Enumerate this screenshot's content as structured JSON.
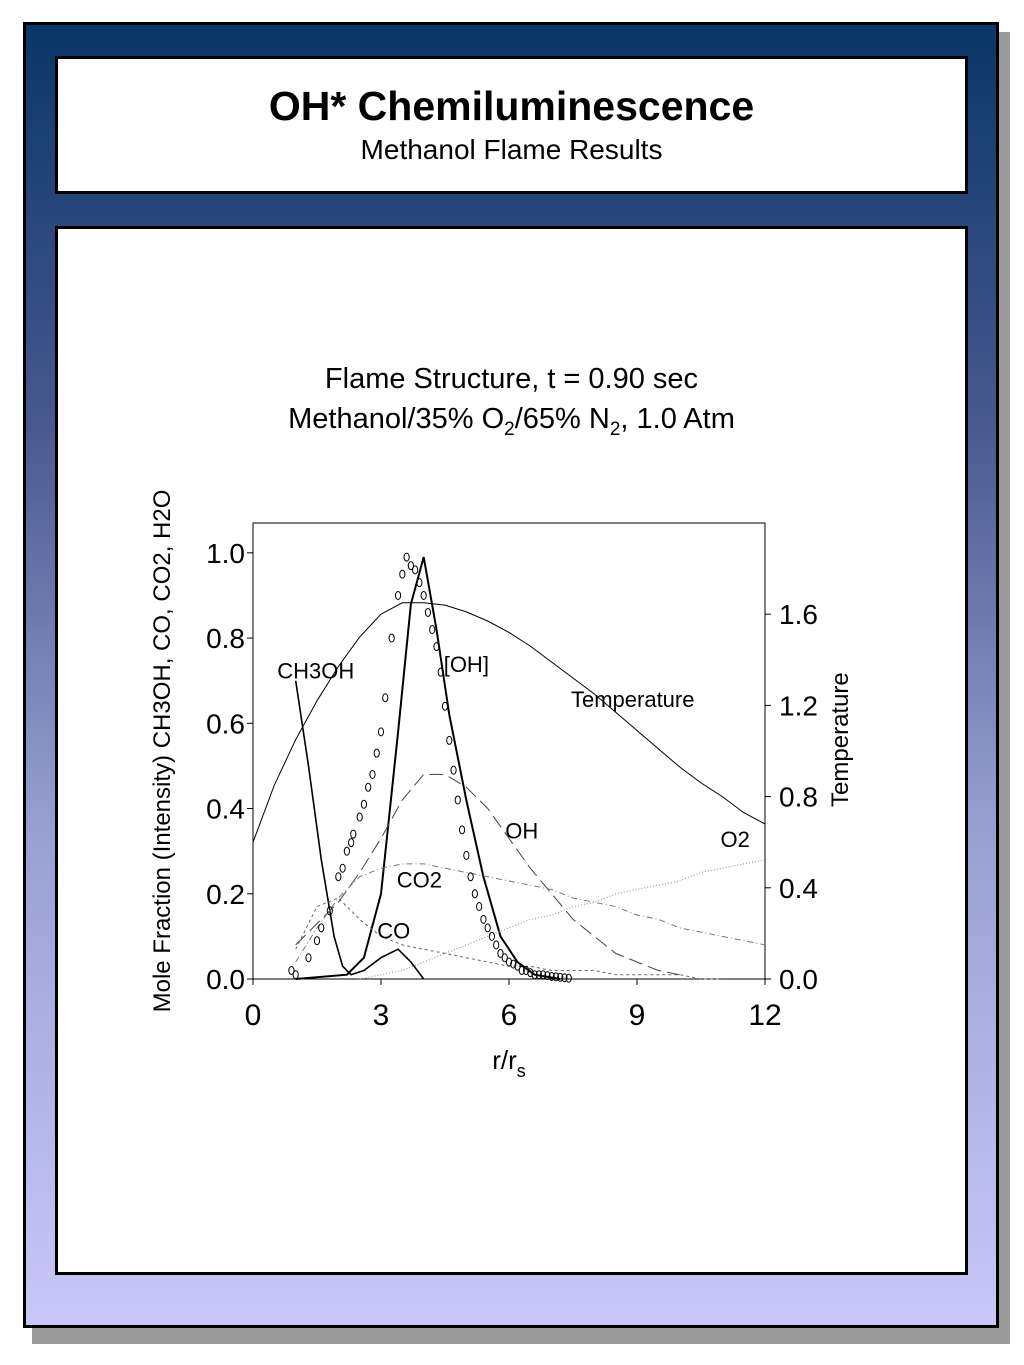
{
  "header": {
    "title": "OH* Chemiluminescence",
    "subtitle": "Methanol Flame Results"
  },
  "chart_data": {
    "type": "line",
    "title_line1": "Flame Structure, t = 0.90 sec",
    "title_line2": {
      "p1": "Methanol/35% O",
      "s1": "2",
      "p2": "/65% N",
      "s2": "2",
      "p3": ", 1.0 Atm"
    },
    "xlabel": "r/r",
    "xlabel_sub": "s",
    "xlim": [
      0,
      12
    ],
    "xticks": [
      "0",
      "3",
      "6",
      "9",
      "12"
    ],
    "ylim_left": [
      0,
      1.07
    ],
    "yticks_left": [
      "0.0",
      "0.2",
      "0.4",
      "0.6",
      "0.8",
      "1.0"
    ],
    "ylim_right": [
      0,
      2.0
    ],
    "yticks_right": [
      "0.0",
      "0.4",
      "0.8",
      "1.2",
      "1.6"
    ],
    "series": [
      {
        "name": "Temperature",
        "axis": "right",
        "style": "solid-thin",
        "x": [
          0,
          0.5,
          1,
          1.5,
          2,
          2.5,
          3,
          3.5,
          4,
          4.5,
          5,
          5.5,
          6,
          6.5,
          7,
          7.5,
          8,
          8.5,
          9,
          9.5,
          10,
          10.5,
          11,
          11.5,
          12
        ],
        "y": [
          0.6,
          0.85,
          1.05,
          1.22,
          1.37,
          1.5,
          1.6,
          1.65,
          1.65,
          1.64,
          1.61,
          1.57,
          1.52,
          1.46,
          1.39,
          1.32,
          1.25,
          1.17,
          1.09,
          1.01,
          0.93,
          0.86,
          0.8,
          0.73,
          0.68
        ]
      },
      {
        "name": "CH3OH",
        "axis": "left",
        "style": "solid",
        "x": [
          1,
          1.3,
          1.6,
          1.9,
          2.1,
          2.3,
          2.6,
          3.0,
          3.4,
          3.7,
          4.0
        ],
        "y": [
          0.7,
          0.5,
          0.28,
          0.1,
          0.03,
          0.01,
          0.02,
          0.05,
          0.07,
          0.04,
          0.0
        ]
      },
      {
        "name": "OH",
        "axis": "left",
        "style": "solid-bold",
        "x": [
          1,
          2.2,
          2.6,
          3.0,
          3.4,
          3.7,
          4.0,
          4.3,
          4.6,
          5.0,
          5.4,
          5.8,
          6.2,
          6.6,
          7.2
        ],
        "y": [
          0.0,
          0.01,
          0.05,
          0.2,
          0.58,
          0.88,
          0.99,
          0.82,
          0.62,
          0.42,
          0.24,
          0.1,
          0.04,
          0.01,
          0.0
        ]
      },
      {
        "name": "H2O",
        "axis": "left",
        "style": "long-dash",
        "x": [
          1,
          1.5,
          2,
          2.5,
          3,
          3.5,
          4,
          4.5,
          5,
          5.5,
          6,
          6.5,
          7,
          7.5,
          8,
          8.5,
          9,
          9.5,
          10
        ],
        "y": [
          0.08,
          0.13,
          0.18,
          0.25,
          0.33,
          0.42,
          0.48,
          0.48,
          0.45,
          0.4,
          0.33,
          0.26,
          0.2,
          0.14,
          0.1,
          0.06,
          0.04,
          0.02,
          0.01
        ]
      },
      {
        "name": "CO2",
        "axis": "left",
        "style": "dash-dot",
        "x": [
          1,
          1.5,
          2,
          2.5,
          3,
          3.5,
          4,
          4.5,
          5,
          5.5,
          6,
          6.5,
          7,
          7.5,
          8,
          8.5,
          9,
          9.5,
          10,
          10.5,
          11,
          11.5,
          12
        ],
        "y": [
          0.04,
          0.12,
          0.19,
          0.24,
          0.26,
          0.27,
          0.27,
          0.26,
          0.25,
          0.24,
          0.23,
          0.22,
          0.21,
          0.19,
          0.18,
          0.17,
          0.15,
          0.14,
          0.12,
          0.11,
          0.1,
          0.09,
          0.08
        ]
      },
      {
        "name": "CO",
        "axis": "left",
        "style": "dashed-fine",
        "x": [
          1,
          1.5,
          2,
          2.5,
          3,
          3.5,
          4,
          4.5,
          5,
          5.5,
          6,
          6.5,
          7,
          7.5,
          8,
          8.5,
          9,
          9.5,
          10,
          10.5,
          11
        ],
        "y": [
          0.07,
          0.17,
          0.19,
          0.14,
          0.1,
          0.08,
          0.07,
          0.06,
          0.05,
          0.04,
          0.03,
          0.03,
          0.02,
          0.02,
          0.02,
          0.01,
          0.01,
          0.01,
          0.01,
          0.0,
          0.0
        ]
      },
      {
        "name": "O2",
        "axis": "left",
        "style": "dotted",
        "x": [
          2.5,
          3,
          3.5,
          4,
          4.5,
          5,
          5.5,
          6,
          6.5,
          7,
          7.5,
          8,
          8.5,
          9,
          9.5,
          10,
          10.5,
          11,
          11.5,
          12
        ],
        "y": [
          0.0,
          0.01,
          0.02,
          0.04,
          0.06,
          0.08,
          0.1,
          0.12,
          0.14,
          0.15,
          0.17,
          0.18,
          0.2,
          0.21,
          0.22,
          0.23,
          0.25,
          0.26,
          0.27,
          0.28
        ]
      },
      {
        "name": "OH*",
        "axis": "left",
        "style": "markers",
        "x": [
          0.9,
          1.0,
          1.3,
          1.5,
          1.6,
          1.8,
          2.0,
          2.1,
          2.2,
          2.3,
          2.35,
          2.5,
          2.6,
          2.7,
          2.8,
          2.9,
          3.0,
          3.1,
          3.25,
          3.4,
          3.5,
          3.6,
          3.7,
          3.8,
          3.9,
          4.0,
          4.1,
          4.2,
          4.3,
          4.4,
          4.5,
          4.6,
          4.7,
          4.8,
          4.9,
          5.0,
          5.1,
          5.2,
          5.3,
          5.4,
          5.5,
          5.6,
          5.7,
          5.8,
          5.9,
          6.0,
          6.1,
          6.2,
          6.3,
          6.4,
          6.5,
          6.6,
          6.7,
          6.8,
          6.9,
          7.0,
          7.1,
          7.2,
          7.3,
          7.4
        ],
        "y": [
          0.02,
          0.01,
          0.05,
          0.09,
          0.12,
          0.16,
          0.24,
          0.26,
          0.3,
          0.32,
          0.34,
          0.38,
          0.41,
          0.45,
          0.48,
          0.53,
          0.58,
          0.66,
          0.8,
          0.9,
          0.95,
          0.99,
          0.97,
          0.96,
          0.93,
          0.9,
          0.86,
          0.82,
          0.78,
          0.72,
          0.64,
          0.56,
          0.49,
          0.42,
          0.35,
          0.29,
          0.24,
          0.2,
          0.17,
          0.14,
          0.12,
          0.1,
          0.08,
          0.06,
          0.05,
          0.04,
          0.035,
          0.03,
          0.02,
          0.02,
          0.015,
          0.01,
          0.01,
          0.01,
          0.008,
          0.006,
          0.005,
          0.004,
          0.003,
          0.002
        ]
      }
    ],
    "annotations": [
      {
        "text": "Temperature",
        "series": "Temperature"
      },
      {
        "text": "CH3OH",
        "series": "CH3OH"
      },
      {
        "text": "[OH]",
        "series": "OH*"
      },
      {
        "text": "OH",
        "series": "OH"
      },
      {
        "text": "CO2",
        "series": "CO2"
      },
      {
        "text": "CO",
        "series": "CO"
      },
      {
        "text": "O2",
        "series": "O2"
      }
    ],
    "ylabel_left": "Mole Fraction (Intensity) CH3OH, CO, CO2, H2O",
    "ylabel_right": "Temperature",
    "grid": false
  }
}
